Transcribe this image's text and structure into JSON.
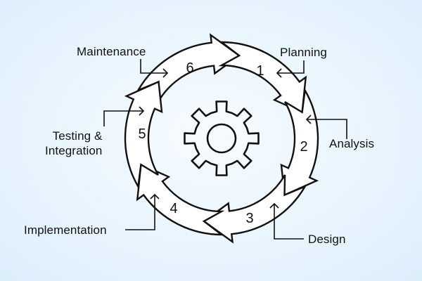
{
  "diagram": {
    "stages": [
      {
        "number": "1",
        "label": "Planning"
      },
      {
        "number": "2",
        "label": "Analysis"
      },
      {
        "number": "3",
        "label": "Design"
      },
      {
        "number": "4",
        "label": "Implementation"
      },
      {
        "number": "5",
        "label": "Testing &\nIntegration"
      },
      {
        "number": "6",
        "label": "Maintenance"
      }
    ],
    "center_icon": "gear-icon",
    "colors": {
      "background": "#e6f3fd",
      "stroke": "#111111",
      "arrow_fill": "#ffffff"
    }
  }
}
